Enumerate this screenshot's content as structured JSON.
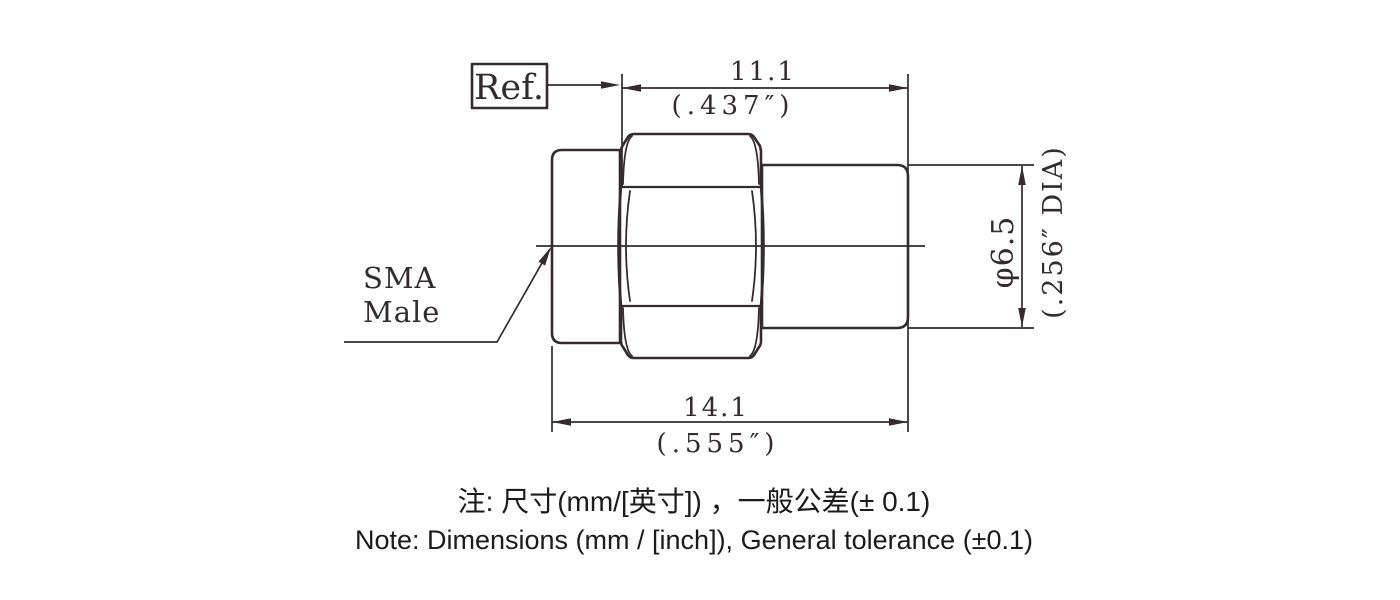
{
  "drawing": {
    "colors": {
      "line": "#332b2d",
      "note": "#1b1b1b"
    },
    "ref_callout": {
      "label": "Ref."
    },
    "part_label": {
      "line1": "SMA",
      "line2": "Male"
    },
    "dimensions": {
      "top_length": {
        "mm": "11.1",
        "inch": "(.437″)"
      },
      "overall_length": {
        "mm": "14.1",
        "inch": "(.555″)"
      },
      "body_diameter": {
        "mm": "φ6.5",
        "inch": "(.256″ DIA)"
      }
    },
    "notes": {
      "zh": "注: 尺寸(mm/[英寸]) ，一般公差(± 0.1)",
      "en": "Note: Dimensions (mm / [inch]), General tolerance (±0.1)"
    }
  }
}
